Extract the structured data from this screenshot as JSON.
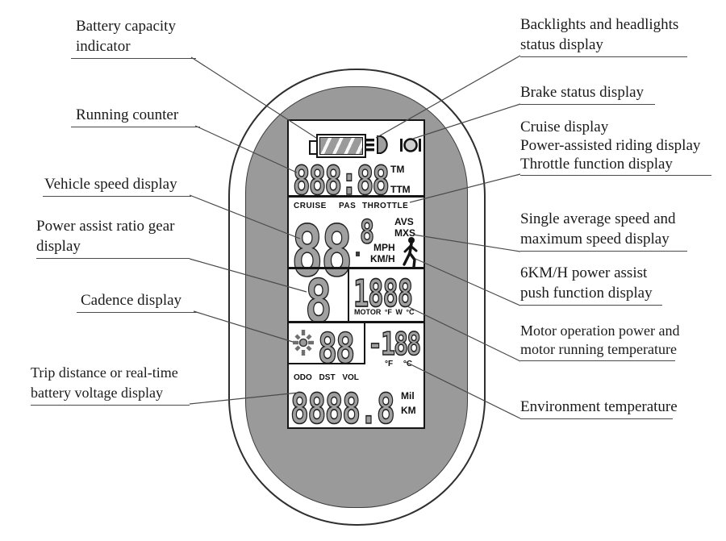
{
  "labels": {
    "left": [
      {
        "lines": [
          "Battery capacity",
          "indicator"
        ]
      },
      {
        "lines": [
          "Running counter"
        ]
      },
      {
        "lines": [
          "Vehicle speed display"
        ]
      },
      {
        "lines": [
          "Power assist ratio gear",
          "display"
        ]
      },
      {
        "lines": [
          "Cadence display"
        ]
      },
      {
        "lines": [
          "Trip distance or real-time",
          "battery voltage display"
        ]
      }
    ],
    "right": [
      {
        "lines": [
          "Backlights and headlights",
          "status display"
        ]
      },
      {
        "lines": [
          "Brake status display"
        ]
      },
      {
        "lines": [
          "Cruise display",
          "Power-assisted riding display",
          "Throttle function display"
        ]
      },
      {
        "lines": [
          "Single average speed and",
          "maximum speed display"
        ]
      },
      {
        "lines": [
          "6KM/H power assist",
          "push function display"
        ]
      },
      {
        "lines": [
          "Motor operation power and",
          "motor running temperature"
        ]
      },
      {
        "lines": [
          "Environment temperature"
        ]
      }
    ]
  },
  "lcd": {
    "running_counter": "888:88",
    "tm": "TM",
    "ttm": "TTM",
    "modes": {
      "cruise": "CRUISE",
      "pas": "PAS",
      "throttle": "THROTTLE"
    },
    "speed_main": "88",
    "speed_small": "8",
    "avs": "AVS",
    "mxs": "MXS",
    "mph": "MPH",
    "kmh": "KM/H",
    "gear": "8",
    "motor_power": "1888",
    "motor_indicators": "MOTOR °F W °C",
    "cadence_value": "88",
    "env_temp": "-188",
    "env_units": "°F °C",
    "trip_indicators": "ODO DST VOL",
    "odometer": "8888.8",
    "unit_mil": "Mil",
    "unit_km": "KM"
  },
  "icons": {
    "battery": "battery-capacity-icon",
    "headlight": "headlight-icon",
    "brake": "brake-icon",
    "pedestrian": "walk-assist-pedestrian-icon",
    "cadence": "cadence-sun-icon"
  },
  "colors": {
    "bezel_gray": "#9a9a9a",
    "segment_gray": "#a0a0a0",
    "line": "#4a4a4a",
    "ink": "#1b1b1b"
  }
}
